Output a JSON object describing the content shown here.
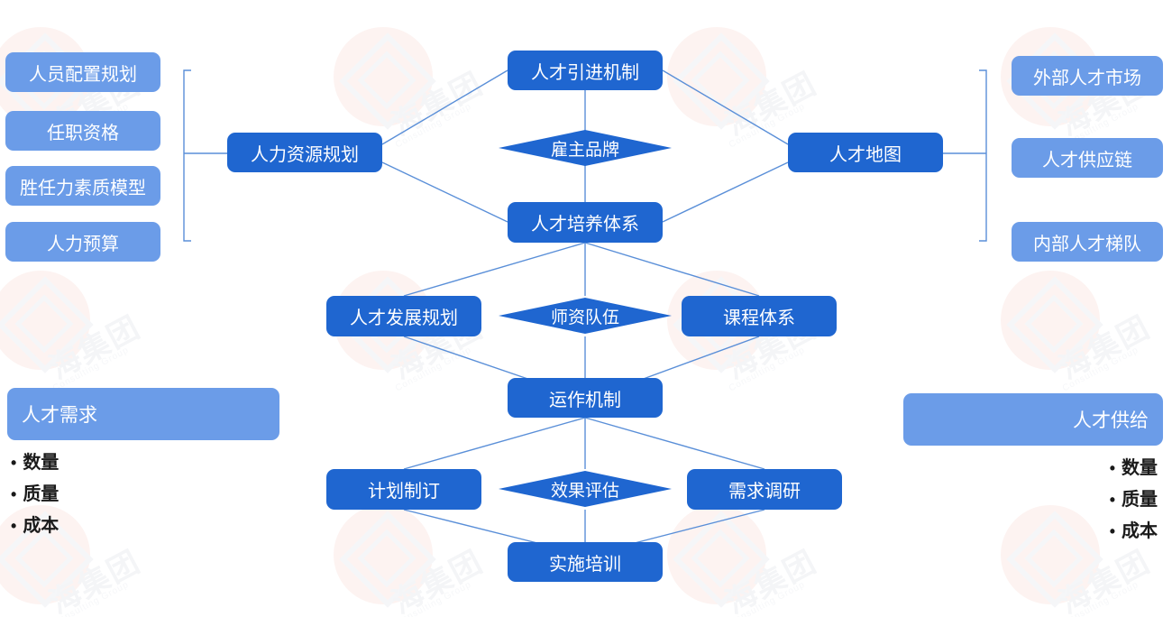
{
  "theme": {
    "primary": "#1f66d0",
    "secondary": "#6b9ce8",
    "connector": "#5a8fd8",
    "background": "#ffffff",
    "text_on_fill": "#ffffff",
    "bullet_text": "#1a1a1a"
  },
  "left_column": {
    "items": [
      {
        "label": "人员配置规划"
      },
      {
        "label": "任职资格"
      },
      {
        "label": "胜任力素质模型"
      },
      {
        "label": "人力预算"
      }
    ]
  },
  "right_column": {
    "items": [
      {
        "label": "外部人才市场"
      },
      {
        "label": "人才供应链"
      },
      {
        "label": "内部人才梯队"
      }
    ]
  },
  "hub": {
    "left": "人力资源规划",
    "right": "人才地图"
  },
  "tier_top": {
    "top_box": "人才引进机制",
    "diamond": "雇主品牌",
    "bottom_box": "人才培养体系"
  },
  "tier_middle": {
    "left_box": "人才发展规划",
    "diamond": "师资队伍",
    "right_box": "课程体系",
    "bottom_box": "运作机制"
  },
  "tier_bottom": {
    "left_box": "计划制订",
    "diamond": "效果评估",
    "right_box": "需求调研",
    "bottom_box": "实施培训"
  },
  "demand_panel": {
    "title": "人才需求",
    "bullets": [
      "数量",
      "质量",
      "成本"
    ]
  },
  "supply_panel": {
    "title": "人才供给",
    "bullets": [
      "数量",
      "质量",
      "成本"
    ]
  },
  "watermark": {
    "text": "海集团",
    "sub": "Consulting Group"
  }
}
